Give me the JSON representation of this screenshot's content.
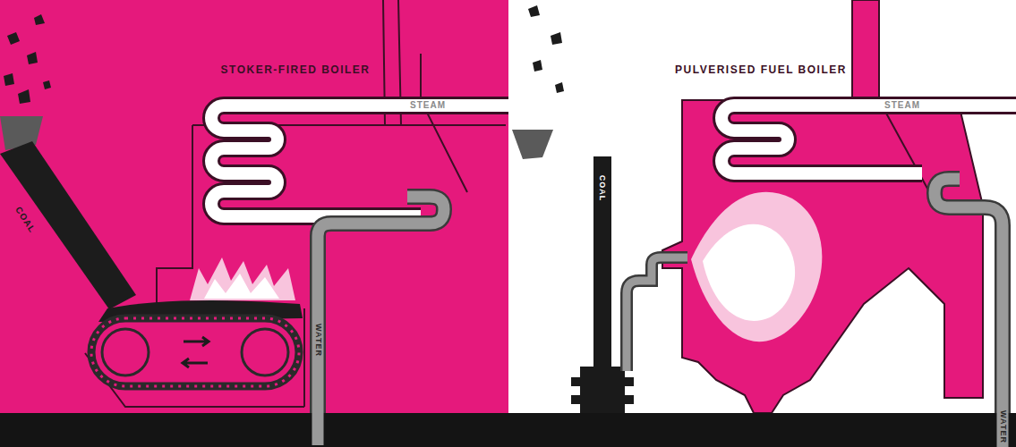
{
  "diagram": {
    "labels": [
      "STOKER-FIRED BOILER",
      "STEAM",
      "COAL",
      "WATER",
      "PULVERISED FUEL BOILER",
      "STEAM",
      "COAL",
      "WATER"
    ]
  }
}
